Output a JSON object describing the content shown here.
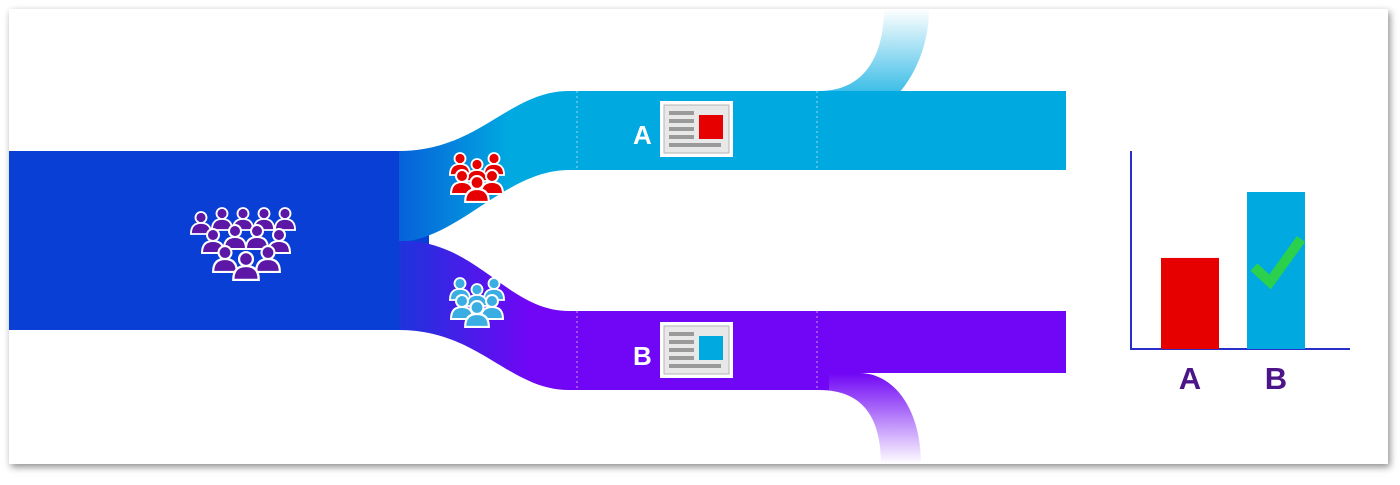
{
  "variants": {
    "a": {
      "label": "A",
      "color": "#00a9e0",
      "block_color": "#e60000"
    },
    "b": {
      "label": "B",
      "color": "#7006f5",
      "block_color": "#00a9e0"
    }
  },
  "colors": {
    "main_flow": "#0a3fd6",
    "crowd": "#5c17a6",
    "group_a": "#e60000",
    "group_b": "#3aaee2",
    "check": "#2bd14c",
    "axis": "#2a2fc9",
    "axis_label": "#4b1589"
  },
  "icons": {
    "crowd": "crowd-icon",
    "group_a": "people-group-icon",
    "group_b": "people-group-icon",
    "doc": "document-icon",
    "winner": "checkmark-icon"
  },
  "chart_data": {
    "type": "bar",
    "categories": [
      "A",
      "B"
    ],
    "values": [
      58,
      100
    ],
    "ylim": [
      0,
      100
    ],
    "bar_colors": [
      "#e60000",
      "#00a9e0"
    ],
    "winner": "B",
    "grid": false,
    "xlabel": "",
    "ylabel": ""
  }
}
